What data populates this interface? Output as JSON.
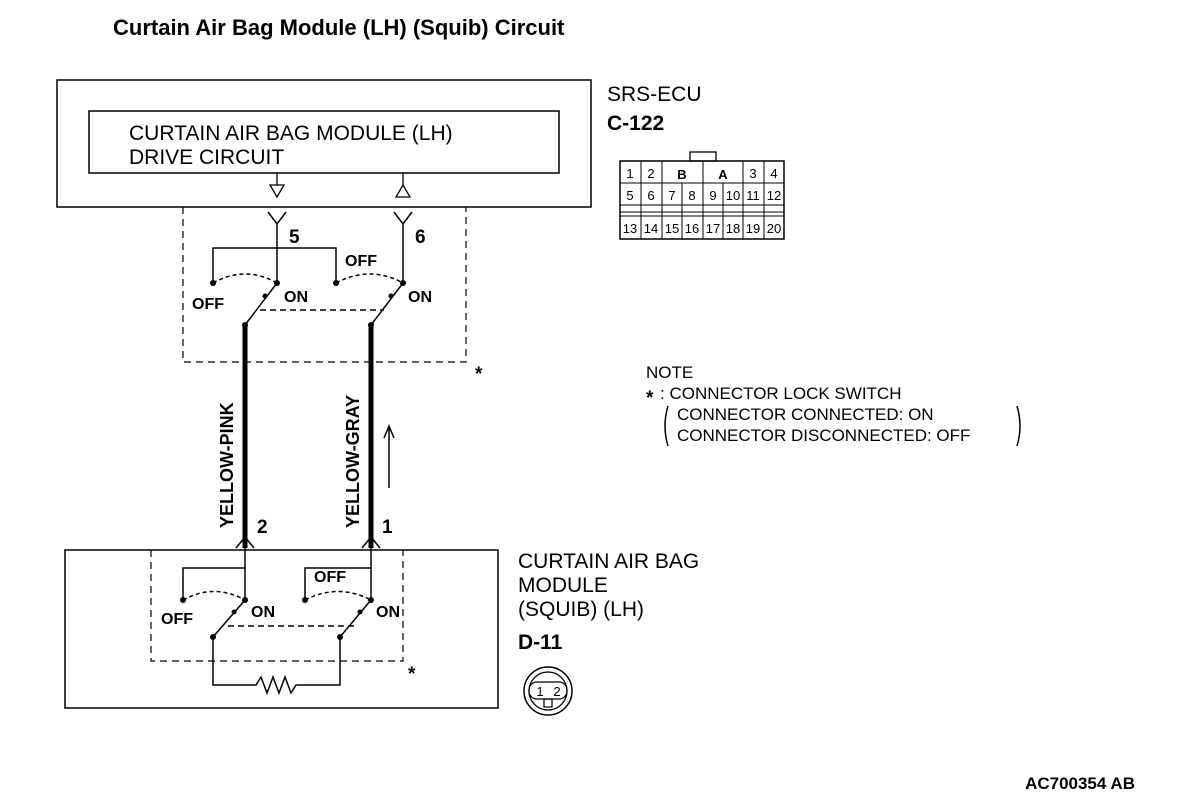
{
  "title": "Curtain Air Bag Module (LH) (Squib) Circuit",
  "ecu": {
    "name": "SRS-ECU",
    "connector": "C-122",
    "circuit_line1": "CURTAIN AIR BAG MODULE (LH)",
    "circuit_line2": "DRIVE CIRCUIT",
    "connector_pins_row1": [
      "1",
      "2",
      "B",
      "A",
      "3",
      "4"
    ],
    "connector_pins_row2": [
      "5",
      "6",
      "7",
      "8",
      "9",
      "10",
      "11",
      "12"
    ],
    "connector_pins_row3": [
      "13",
      "14",
      "15",
      "16",
      "17",
      "18",
      "19",
      "20"
    ]
  },
  "pins": {
    "ecu_left": "5",
    "ecu_right": "6",
    "module_left": "2",
    "module_right": "1"
  },
  "switch_labels": {
    "off": "OFF",
    "on": "ON"
  },
  "lock_mark": "*",
  "wires": {
    "left": "YELLOW-PINK",
    "right": "YELLOW-GRAY"
  },
  "note": {
    "title": "NOTE",
    "star": "*",
    "line1": ": CONNECTOR LOCK SWITCH",
    "line2": "CONNECTOR CONNECTED: ON",
    "line3": "CONNECTOR DISCONNECTED: OFF"
  },
  "module": {
    "line1": "CURTAIN AIR BAG",
    "line2": "MODULE",
    "line3": "(SQUIB) (LH)",
    "connector": "D-11",
    "connector_pins": [
      "1",
      "2"
    ]
  },
  "figure_code": "AC700354 AB"
}
